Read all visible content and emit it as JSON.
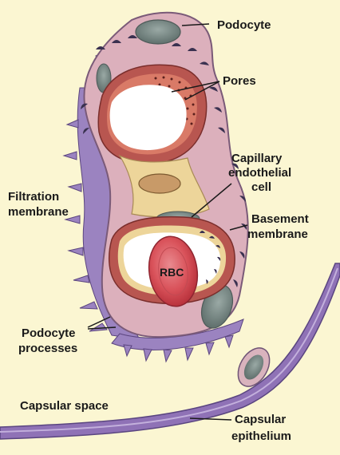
{
  "figure": {
    "labels": {
      "podocyte": "Podocyte",
      "pores": "Pores",
      "capillary_1": "Capillary",
      "capillary_2": "endothelial",
      "capillary_3": "cell",
      "filtration_1": "Filtration",
      "filtration_2": "membrane",
      "basement_1": "Basement",
      "basement_2": "membrane",
      "rbc": "RBC",
      "podproc_1": "Podocyte",
      "podproc_2": "processes",
      "capsular_space": "Capsular space",
      "capsular_epi_1": "Capsular",
      "capsular_epi_2": "epithelium"
    },
    "colors": {
      "background": "#fbf6d2",
      "podocyte_body": "#dcb0bc",
      "podocyte_outline": "#7a5a78",
      "processes": "#9b83c0",
      "basement": "#b85650",
      "endothelium": "#edd59a",
      "nucleus": "#7d8d8a",
      "nucleus_endo": "#c89a68",
      "rbc": "#d9525a",
      "lumen": "#ffffff"
    }
  }
}
